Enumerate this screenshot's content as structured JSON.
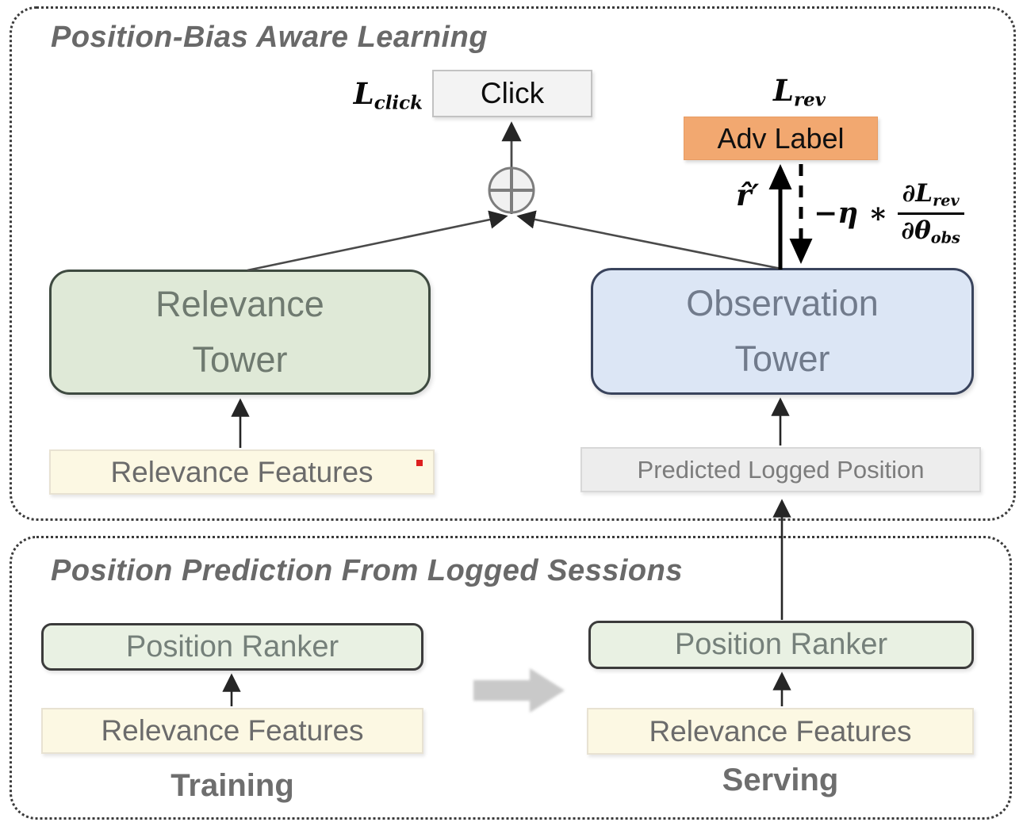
{
  "top_section": {
    "title": "Position-Bias Aware Learning",
    "loss_click": {
      "base": "L",
      "sub": "click"
    },
    "click_label": "Click",
    "loss_rev": {
      "base": "L",
      "sub": "rev"
    },
    "adv_label": "Adv Label",
    "relevance_tower": {
      "line1": "Relevance",
      "line2": "Tower"
    },
    "observation_tower": {
      "line1": "Observation",
      "line2": "Tower"
    },
    "relevance_features": "Relevance Features",
    "predicted_position": "Predicted Logged Position",
    "r_hat": "r̂′",
    "gradient": {
      "prefix": "−η ∗",
      "num_base": "∂L",
      "num_sub": "rev",
      "den_base": "∂θ",
      "den_sub": "obs"
    }
  },
  "bottom_section": {
    "title": "Position Prediction From Logged Sessions",
    "training": {
      "ranker": "Position Ranker",
      "features": "Relevance Features",
      "caption": "Training"
    },
    "serving": {
      "ranker": "Position Ranker",
      "features": "Relevance Features",
      "caption": "Serving"
    }
  },
  "colors": {
    "relevance_tower_fill": "#dfe9d7",
    "observation_tower_fill": "#dce6f5",
    "ranker_fill": "#e9f1e3",
    "features_fill": "#fcf8e3",
    "predicted_fill": "#ededed",
    "click_fill": "#f3f3f3",
    "adv_label_fill": "#f2a870",
    "transfer_arrow": "#c9c9c9",
    "red_dot": "#dd2020",
    "line": "#2e2e2e",
    "title_text": "#696969"
  }
}
